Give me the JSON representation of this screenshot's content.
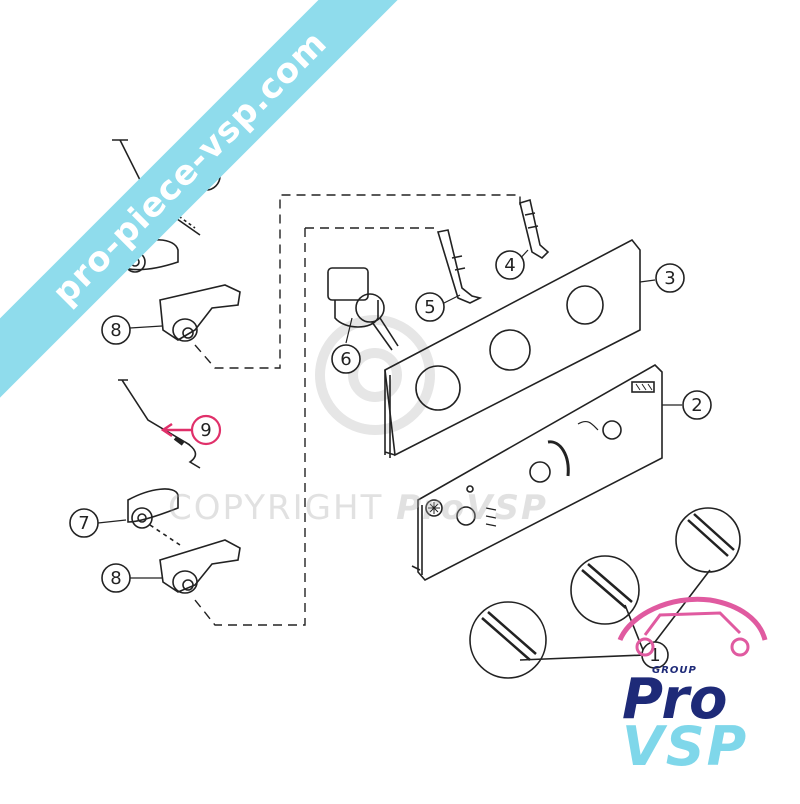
{
  "site_banner": "pro-piece-vsp.com",
  "watermark": {
    "text": "COPYRIGHT",
    "brand": "ProVSP"
  },
  "logo": {
    "group": "GROUP",
    "pro": "Pro",
    "vsp": "VSP"
  },
  "callouts": [
    {
      "id": "c10",
      "label": "10"
    },
    {
      "id": "c7a",
      "label": "7"
    },
    {
      "id": "c8a",
      "label": "8"
    },
    {
      "id": "c9",
      "label": "9"
    },
    {
      "id": "c7b",
      "label": "7"
    },
    {
      "id": "c8b",
      "label": "8"
    },
    {
      "id": "c6",
      "label": "6"
    },
    {
      "id": "c5",
      "label": "5"
    },
    {
      "id": "c4",
      "label": "4"
    },
    {
      "id": "c3",
      "label": "3"
    },
    {
      "id": "c2",
      "label": "2"
    },
    {
      "id": "c1",
      "label": "1"
    }
  ],
  "colors": {
    "line": "#222222",
    "highlight": "#e0306a",
    "banner": "#8fdcec",
    "logo_navy": "#1e2a78",
    "logo_cyan": "#7fd7ea",
    "logo_pink": "#e05aa0"
  }
}
